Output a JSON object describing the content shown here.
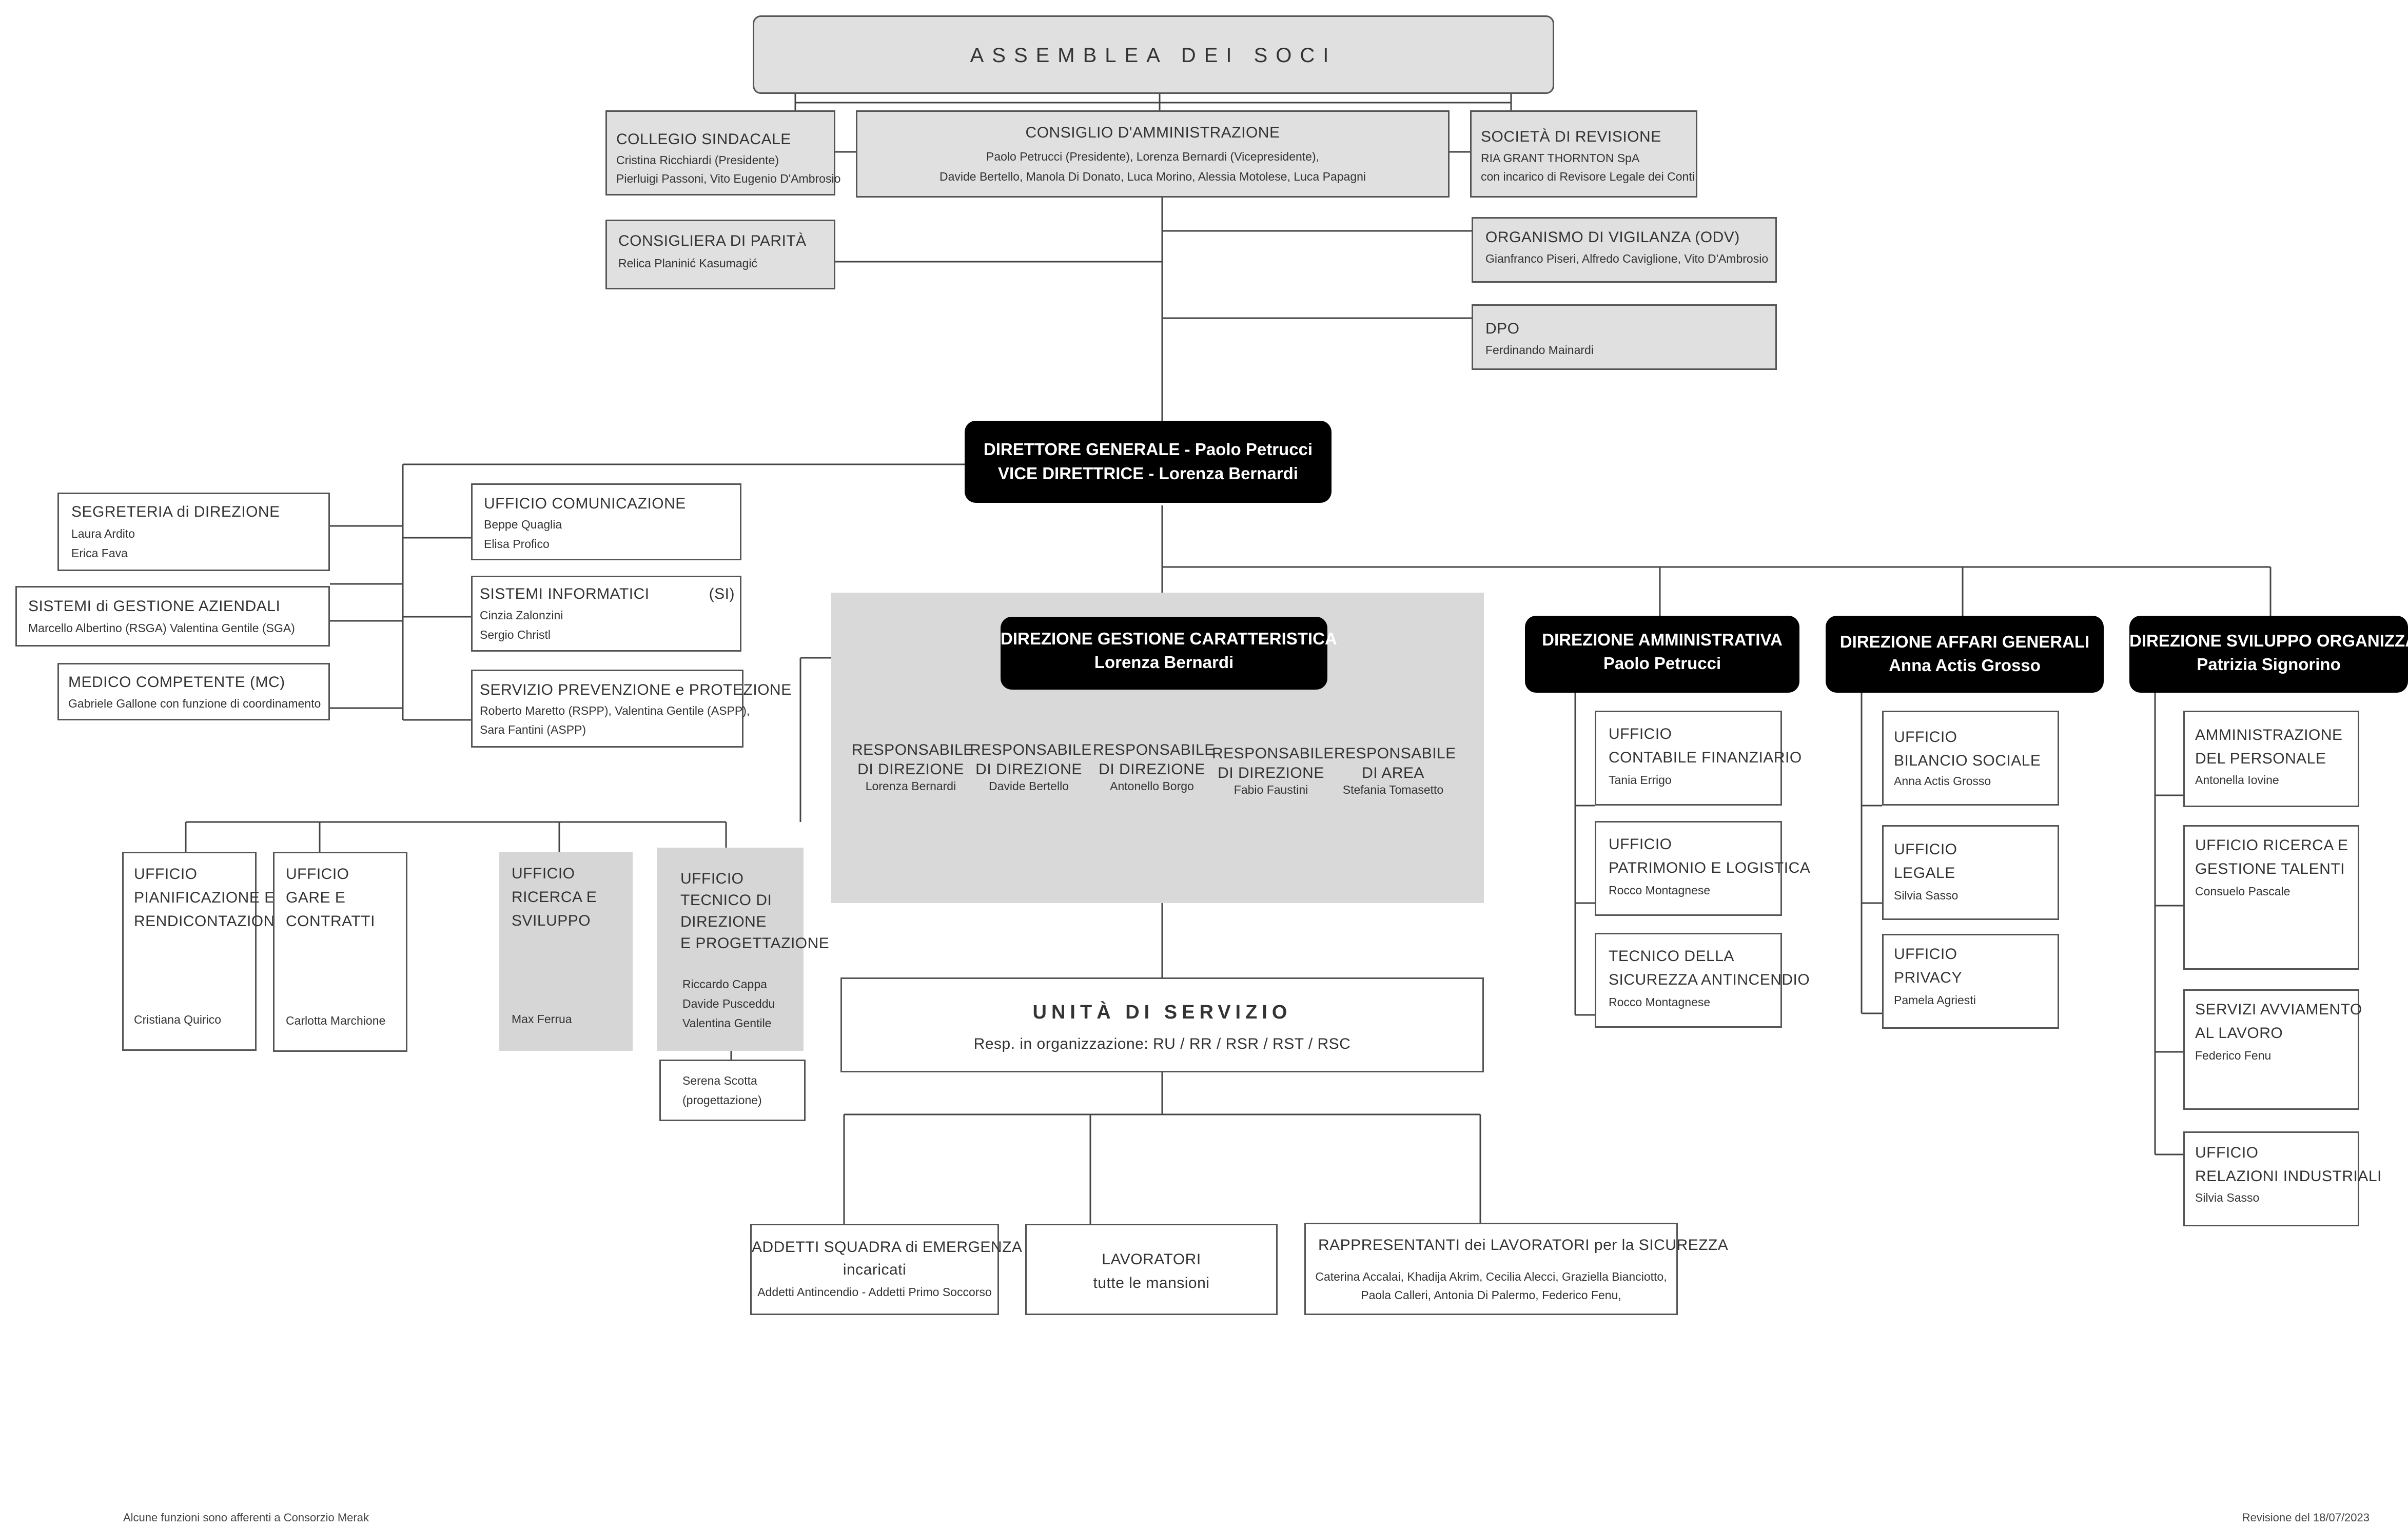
{
  "assemblea": "ASSEMBLEA DEI SOCI",
  "collegio": {
    "title": "COLLEGIO SINDACALE",
    "l1": "Cristina Ricchiardi (Presidente)",
    "l2": "Pierluigi Passoni, Vito Eugenio D'Ambrosio"
  },
  "consiglio": {
    "title": "CONSIGLIO D'AMMINISTRAZIONE",
    "l1": "Paolo Petrucci (Presidente), Lorenza Bernardi (Vicepresidente),",
    "l2": "Davide Bertello, Manola Di Donato, Luca Morino, Alessia Motolese, Luca Papagni"
  },
  "revisione": {
    "title": "SOCIETÀ DI REVISIONE",
    "l1": "RIA GRANT THORNTON SpA",
    "l2": "con incarico di Revisore Legale dei Conti"
  },
  "consigliera": {
    "title": "CONSIGLIERA DI PARITÀ",
    "l1": "Relica Planinić Kasumagić"
  },
  "odv": {
    "title": "ORGANISMO DI VIGILANZA (ODV)",
    "l1": "Gianfranco Piseri, Alfredo Caviglione, Vito D'Ambrosio"
  },
  "dpo": {
    "title": "DPO",
    "l1": "Ferdinando Mainardi"
  },
  "direttore": {
    "l1": "DIRETTORE GENERALE - Paolo Petrucci",
    "l2": "VICE DIRETTRICE - Lorenza Bernardi"
  },
  "segreteria": {
    "title": "SEGRETERIA di DIREZIONE",
    "l1": "Laura Ardito",
    "l2": "Erica Fava"
  },
  "sistemi_gestione": {
    "title": "SISTEMI di GESTIONE AZIENDALI",
    "l1": "Marcello Albertino (RSGA)  Valentina Gentile (SGA)"
  },
  "medico": {
    "title": "MEDICO COMPETENTE (MC)",
    "l1": "Gabriele Gallone con funzione di coordinamento"
  },
  "comunicazione": {
    "title": "UFFICIO COMUNICAZIONE",
    "l1": "Beppe Quaglia",
    "l2": "Elisa Profico"
  },
  "sistemi_info": {
    "title": "SISTEMI INFORMATICI",
    "tag": "(SI)",
    "l1": "Cinzia Zalonzini",
    "l2": "Sergio Christl"
  },
  "prevenzione": {
    "title": "SERVIZIO PREVENZIONE e PROTEZIONE",
    "l1": "Roberto Maretto (RSPP), Valentina Gentile (ASPP),",
    "l2": "Sara Fantini (ASPP)"
  },
  "dir_gestione": {
    "l1": "DIREZIONE GESTIONE CARATTERISTICA",
    "l2": "Lorenza Bernardi"
  },
  "responsabili": [
    {
      "r1": "RESPONSABILE",
      "r2": "DI DIREZIONE",
      "name": "Lorenza Bernardi"
    },
    {
      "r1": "RESPONSABILE",
      "r2": "DI DIREZIONE",
      "name": "Davide Bertello"
    },
    {
      "r1": "RESPONSABILE",
      "r2": "DI DIREZIONE",
      "name": "Antonello Borgo"
    },
    {
      "r1": "RESPONSABILE",
      "r2": "DI DIREZIONE",
      "name": "Fabio Faustini"
    },
    {
      "r1": "RESPONSABILE",
      "r2": "DI AREA",
      "name": "Stefania Tomasetto"
    }
  ],
  "uff_pianificazione": {
    "l1": "UFFICIO",
    "l2": "PIANIFICAZIONE E",
    "l3": "RENDICONTAZIONE",
    "name": "Cristiana Quirico"
  },
  "uff_gare": {
    "l1": "UFFICIO",
    "l2": "GARE E",
    "l3": "CONTRATTI",
    "name": "Carlotta Marchione"
  },
  "uff_ricerca": {
    "l1": "UFFICIO",
    "l2": "RICERCA E",
    "l3": "SVILUPPO",
    "name": "Max Ferrua"
  },
  "uff_tecnico": {
    "l1": "UFFICIO",
    "l2": "TECNICO DI",
    "l3": "DIREZIONE",
    "l4": "E PROGETTAZIONE",
    "n1": "Riccardo Cappa",
    "n2": "Davide Pusceddu",
    "n3": "Valentina Gentile"
  },
  "serena": {
    "l1": "Serena Scotta",
    "l2": "(progettazione)"
  },
  "unita": {
    "title": "UNITÀ DI SERVIZIO",
    "sub": "Resp. in organizzazione: RU / RR / RSR / RST / RSC"
  },
  "addetti": {
    "l1": "ADDETTI SQUADRA di EMERGENZA",
    "l2": "incaricati",
    "l3": "Addetti Antincendio - Addetti Primo Soccorso"
  },
  "lavoratori": {
    "l1": "LAVORATORI",
    "l2": "tutte le mansioni"
  },
  "rappresentanti": {
    "l1": "RAPPRESENTANTI dei LAVORATORI per la SICUREZZA",
    "l2": "Caterina Accalai, Khadija Akrim, Cecilia Alecci, Graziella Bianciotto,",
    "l3": "Paola Calleri, Antonia Di Palermo, Federico Fenu,"
  },
  "dir_amm": {
    "l1": "DIREZIONE AMMINISTRATIVA",
    "l2": "Paolo Petrucci"
  },
  "dir_affari": {
    "l1": "DIREZIONE AFFARI GENERALI",
    "l2": "Anna Actis Grosso"
  },
  "dir_sviluppo": {
    "l1": "DIREZIONE SVILUPPO ORGANIZZATIVO",
    "l2": "Patrizia Signorino"
  },
  "amm_offices": [
    {
      "l1": "UFFICIO",
      "l2": "CONTABILE FINANZIARIO",
      "name": "Tania Errigo"
    },
    {
      "l1": "UFFICIO",
      "l2": "PATRIMONIO E LOGISTICA",
      "name": "Rocco Montagnese"
    },
    {
      "l1": "TECNICO DELLA",
      "l2": "SICUREZZA ANTINCENDIO",
      "name": "Rocco Montagnese"
    }
  ],
  "affari_offices": [
    {
      "l1": "UFFICIO",
      "l2": "BILANCIO SOCIALE",
      "name": "Anna Actis Grosso"
    },
    {
      "l1": "UFFICIO",
      "l2": "LEGALE",
      "name": "Silvia Sasso"
    },
    {
      "l1": "UFFICIO",
      "l2": "PRIVACY",
      "name": "Pamela Agriesti"
    }
  ],
  "sviluppo_offices": [
    {
      "l1": "AMMINISTRAZIONE",
      "l2": "DEL PERSONALE",
      "name": "Antonella Iovine"
    },
    {
      "l1": "UFFICIO RICERCA E",
      "l2": "GESTIONE TALENTI",
      "name": "Consuelo Pascale"
    },
    {
      "l1": "SERVIZI AVVIAMENTO",
      "l2": "AL LAVORO",
      "name": "Federico Fenu"
    },
    {
      "l1": "UFFICIO",
      "l2": "RELAZIONI INDUSTRIALI",
      "name": "Silvia Sasso"
    }
  ],
  "footer": {
    "left": "Alcune funzioni sono afferenti a Consorzio Merak",
    "right": "Revisione del 18/07/2023"
  }
}
